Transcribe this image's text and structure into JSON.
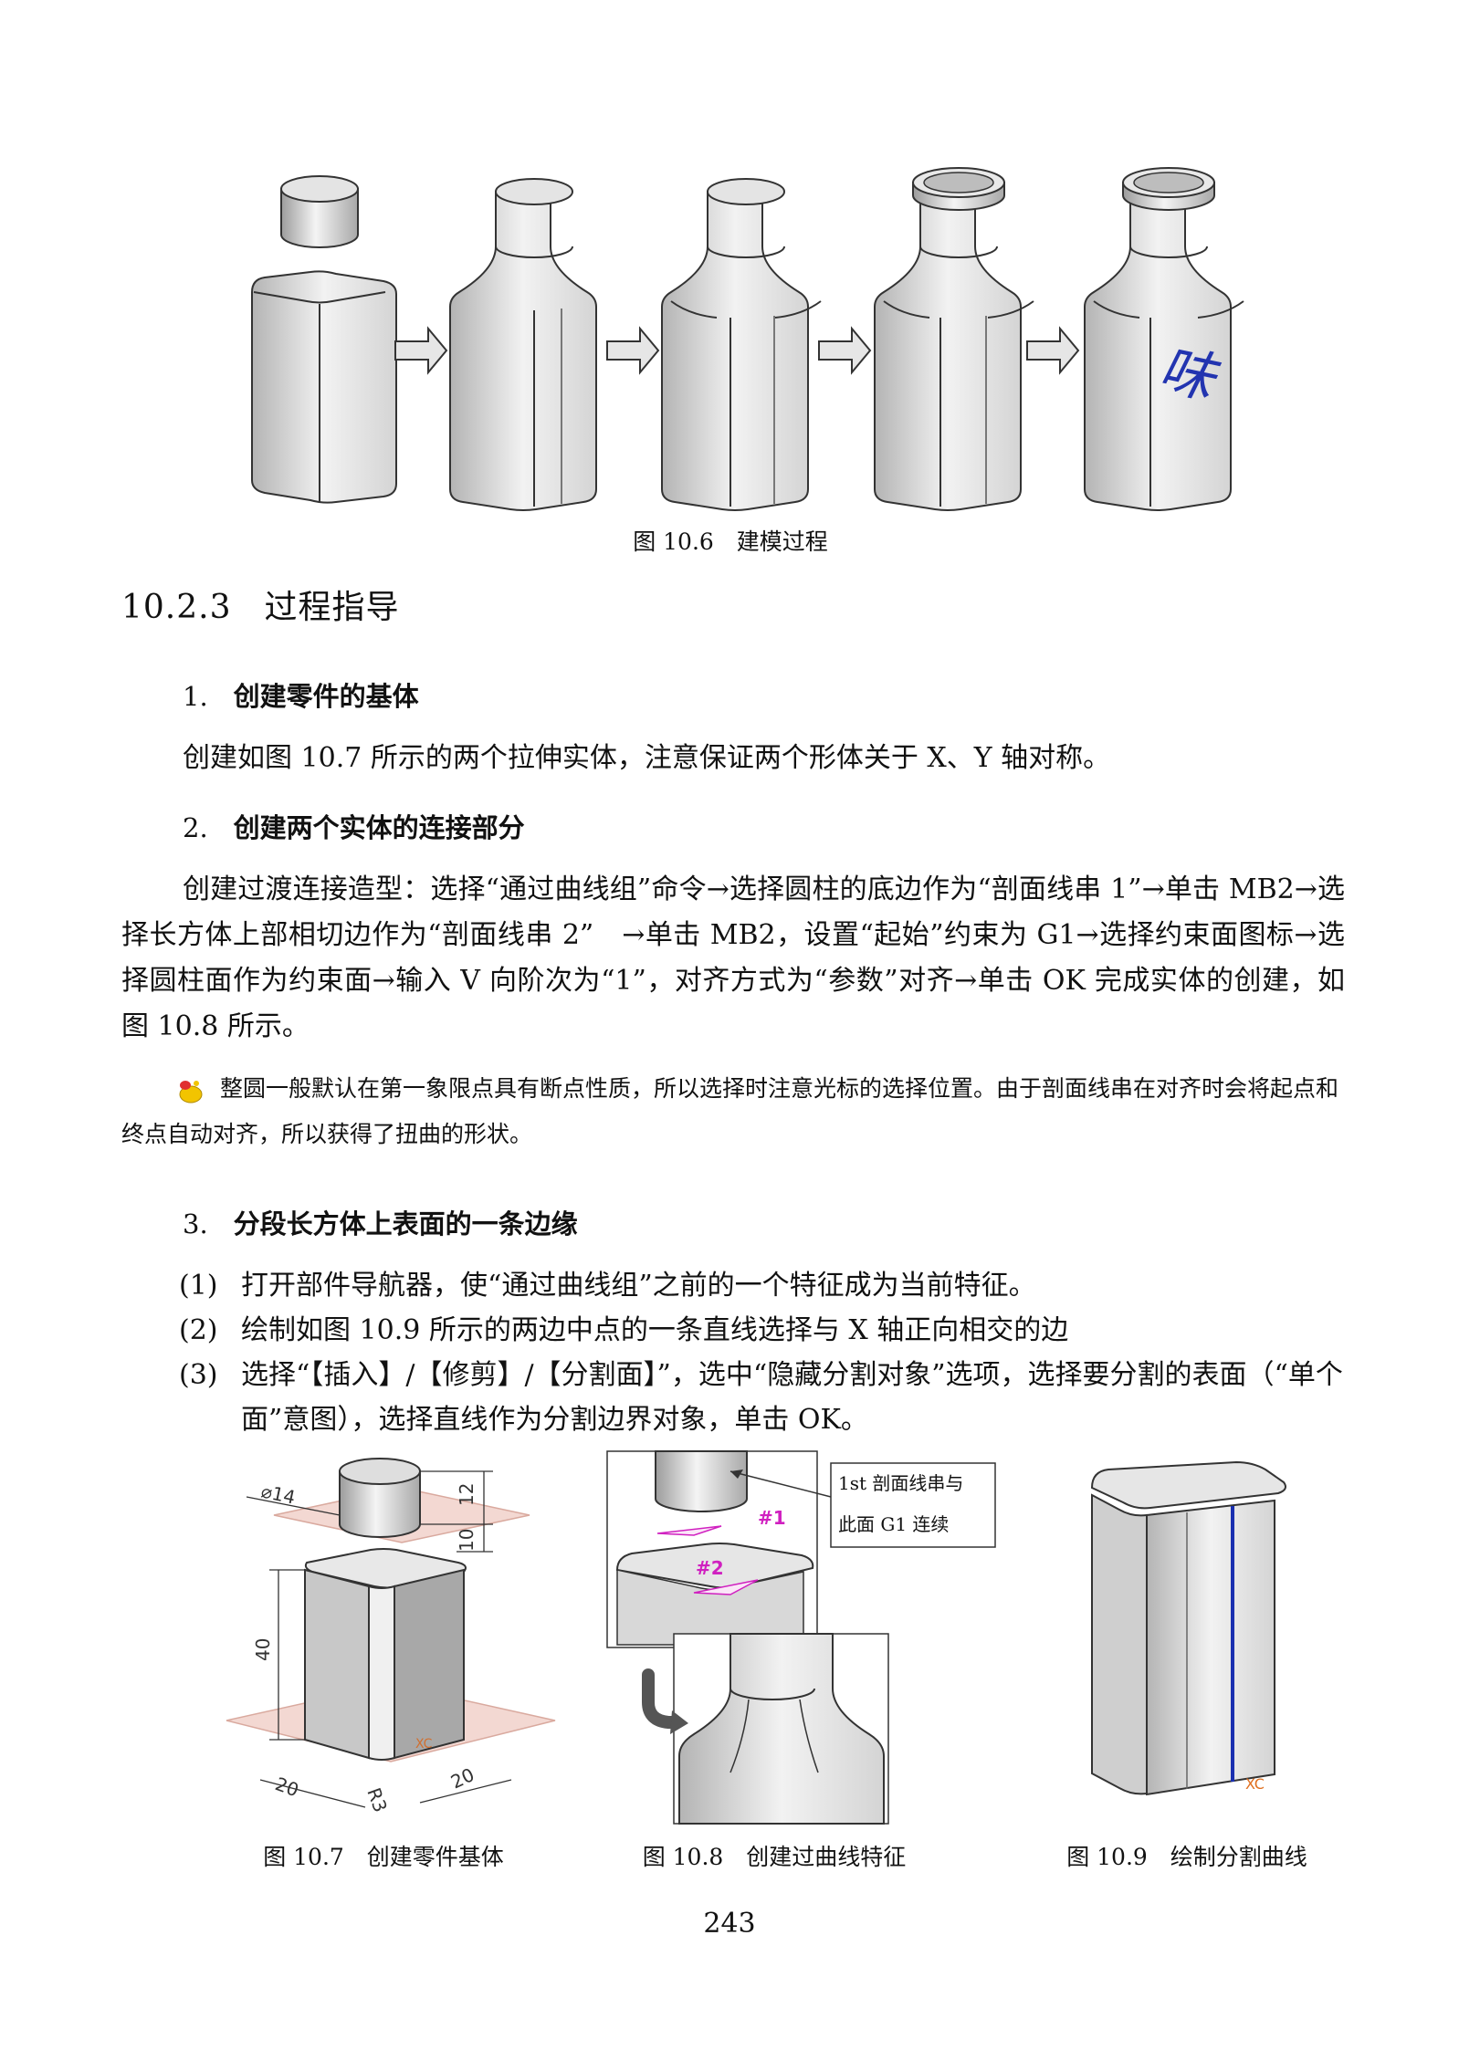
{
  "figures": {
    "fig_10_6": {
      "caption": "图 10.6　建模过程",
      "stamp_text": "味"
    },
    "fig_10_7": {
      "caption": "图 10.7　创建零件基体",
      "dims": {
        "diameter": "⌀14",
        "height_top": "12",
        "gap": "10",
        "height_box": "40",
        "width_a": "20",
        "width_b": "20",
        "radius": "R3",
        "axis": "XC"
      }
    },
    "fig_10_8": {
      "caption": "图 10.8　创建过曲线特征",
      "callout_line1": "1st 剖面线串与",
      "callout_line2": "此面 G1 连续",
      "mark1": "#1",
      "mark2": "#2"
    },
    "fig_10_9": {
      "caption": "图 10.9　绘制分割曲线",
      "axis_label": "XC"
    }
  },
  "section": {
    "number": "10.2.3",
    "title": "过程指导"
  },
  "items": [
    {
      "num": "1.",
      "title": "创建零件的基体",
      "body": "创建如图 10.7 所示的两个拉伸实体，注意保证两个形体关于 X、Y 轴对称。"
    },
    {
      "num": "2.",
      "title": "创建两个实体的连接部分",
      "body": "创建过渡连接造型：选择“通过曲线组”命令→选择圆柱的底边作为“剖面线串 1”→单击 MB2→选择长方体上部相切边作为“剖面线串 2”　→单击 MB2，设置“起始”约束为 G1→选择约束面图标→选择圆柱面作为约束面→输入 V 向阶次为“1”，对齐方式为“参数”对齐→单击 OK 完成实体的创建，如图 10.8 所示。"
    },
    {
      "num": "3.",
      "title": "分段长方体上表面的一条边缘"
    }
  ],
  "note": "整圆一般默认在第一象限点具有断点性质，所以选择时注意光标的选择位置。由于剖面线串在对齐时会将起点和终点自动对齐，所以获得了扭曲的形状。",
  "steps": [
    {
      "n": "(1)",
      "text": "打开部件导航器，使“通过曲线组”之前的一个特征成为当前特征。"
    },
    {
      "n": "(2)",
      "text": "绘制如图 10.9 所示的两边中点的一条直线选择与 X 轴正向相交的边"
    },
    {
      "n": "(3)",
      "text": "选择“【插入】/【修剪】/【分割面】”，选中“隐藏分割对象”选项，选择要分割的表面（“单个面”意图），选择直线作为分割边界对象，单击 OK。"
    }
  ],
  "page_number": "243",
  "colors": {
    "accent_blue": "#1a2fb0",
    "magenta": "#d020c0",
    "dim_pink": "#e8b8b0"
  }
}
